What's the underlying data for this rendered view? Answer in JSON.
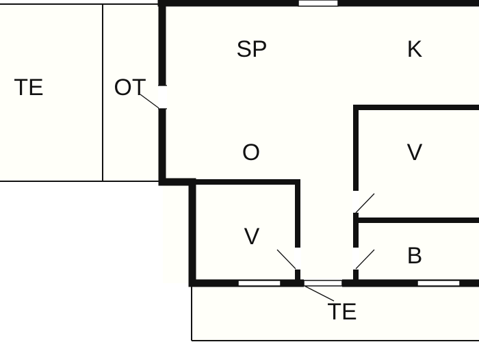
{
  "rooms": {
    "terrace_left": "TE",
    "covered_terrace": "OT",
    "living": "SP",
    "kitchen": "K",
    "bedroom_main": "O",
    "bedroom_right": "V",
    "bedroom_small": "V",
    "bathroom": "B",
    "terrace_bottom": "TE"
  },
  "colors": {
    "wall": "#111111",
    "floor": "#fffff9"
  }
}
